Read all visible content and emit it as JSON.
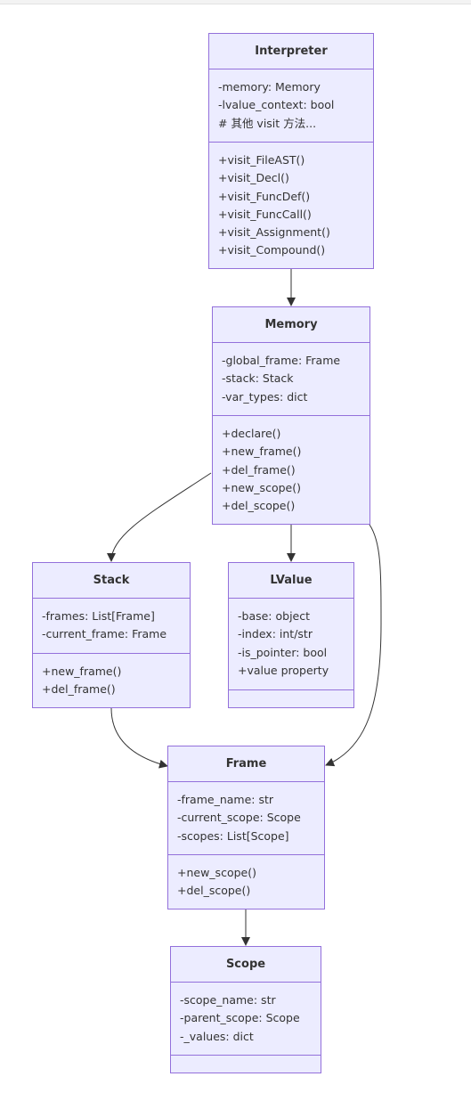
{
  "theme": {
    "box_fill": "#ECECFF",
    "box_stroke": "#9370DB",
    "text_color": "#333333",
    "edge_color": "#333333"
  },
  "classes": {
    "interpreter": {
      "name": "Interpreter",
      "attributes": [
        "-memory: Memory",
        "-lvalue_context: bool",
        "# 其他 visit 方法..."
      ],
      "methods": [
        "+visit_FileAST()",
        "+visit_Decl()",
        "+visit_FuncDef()",
        "+visit_FuncCall()",
        "+visit_Assignment()",
        "+visit_Compound()"
      ]
    },
    "memory": {
      "name": "Memory",
      "attributes": [
        "-global_frame: Frame",
        "-stack: Stack",
        "-var_types: dict"
      ],
      "methods": [
        "+declare()",
        "+new_frame()",
        "+del_frame()",
        "+new_scope()",
        "+del_scope()"
      ]
    },
    "stack": {
      "name": "Stack",
      "attributes": [
        "-frames: List[Frame]",
        "-current_frame: Frame"
      ],
      "methods": [
        "+new_frame()",
        "+del_frame()"
      ]
    },
    "lvalue": {
      "name": "LValue",
      "attributes": [
        "-base: object",
        "-index: int/str",
        "-is_pointer: bool",
        "+value property"
      ],
      "methods": []
    },
    "frame": {
      "name": "Frame",
      "attributes": [
        "-frame_name: str",
        "-current_scope: Scope",
        "-scopes: List[Scope]"
      ],
      "methods": [
        "+new_scope()",
        "+del_scope()"
      ]
    },
    "scope": {
      "name": "Scope",
      "attributes": [
        "-scope_name: str",
        "-parent_scope: Scope",
        "-_values: dict"
      ],
      "methods": []
    }
  },
  "relations": [
    {
      "from": "Interpreter",
      "to": "Memory"
    },
    {
      "from": "Memory",
      "to": "Stack"
    },
    {
      "from": "Memory",
      "to": "LValue"
    },
    {
      "from": "Memory",
      "to": "Frame"
    },
    {
      "from": "Stack",
      "to": "Frame"
    },
    {
      "from": "Frame",
      "to": "Scope"
    }
  ]
}
